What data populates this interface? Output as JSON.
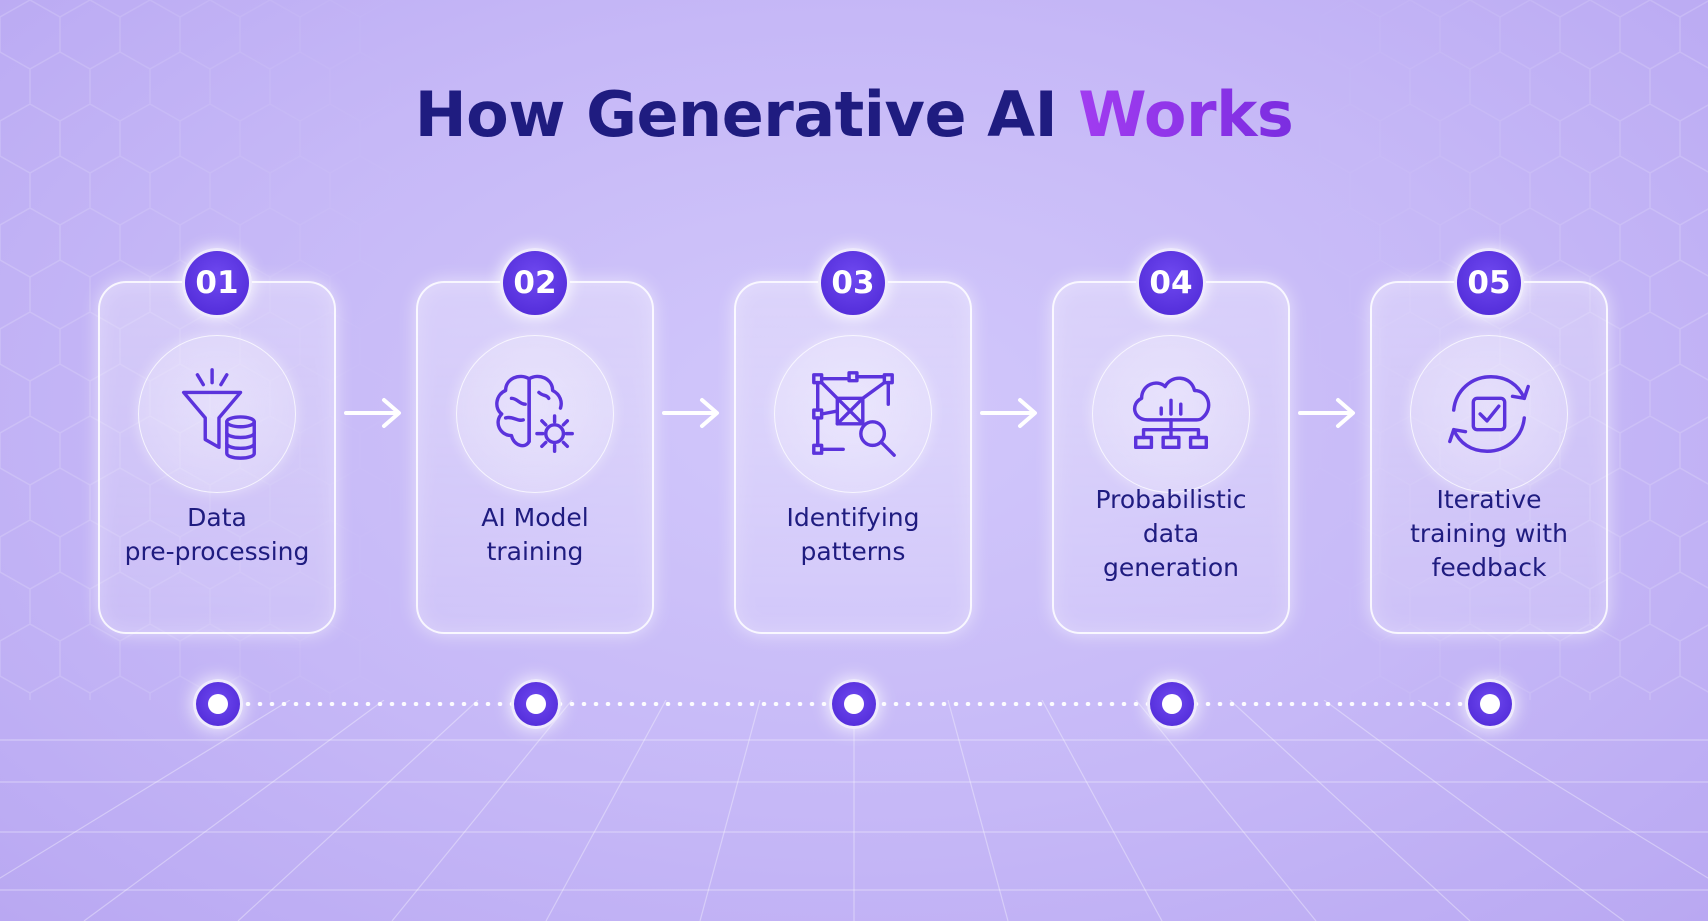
{
  "title": {
    "main": "How Generative AI",
    "accent": "Works"
  },
  "steps": [
    {
      "number": "01",
      "label_lines": [
        "Data",
        "pre-processing"
      ],
      "icon": "funnel-database-icon"
    },
    {
      "number": "02",
      "label_lines": [
        "AI Model",
        "training"
      ],
      "icon": "brain-gear-icon"
    },
    {
      "number": "03",
      "label_lines": [
        "Identifying",
        "patterns"
      ],
      "icon": "network-search-icon"
    },
    {
      "number": "04",
      "label_lines": [
        "Probabilistic",
        "data",
        "generation"
      ],
      "icon": "cloud-chart-icon"
    },
    {
      "number": "05",
      "label_lines": [
        "Iterative",
        "training with",
        "feedback"
      ],
      "icon": "refresh-check-icon"
    }
  ],
  "colors": {
    "title": "#1f1c80",
    "accent": "#9b36ee",
    "badge": "#5a32e0",
    "icon_stroke": "#5b33dc"
  }
}
